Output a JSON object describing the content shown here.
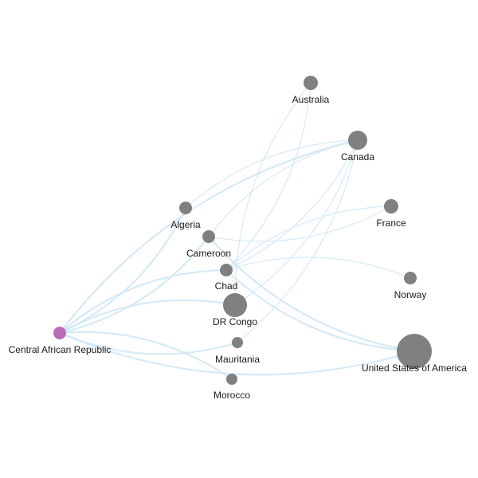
{
  "colors": {
    "background": "#ffffff",
    "node_default": "#808080",
    "node_highlight": "#b86cb8",
    "edge": "#cfe6f3",
    "label": "#1a1a1a"
  },
  "nodes": [
    {
      "id": "australia",
      "label": "Australia",
      "highlight": false
    },
    {
      "id": "canada",
      "label": "Canada",
      "highlight": false
    },
    {
      "id": "algeria",
      "label": "Algeria",
      "highlight": false
    },
    {
      "id": "france",
      "label": "France",
      "highlight": false
    },
    {
      "id": "cameroon",
      "label": "Cameroon",
      "highlight": false
    },
    {
      "id": "chad",
      "label": "Chad",
      "highlight": false
    },
    {
      "id": "norway",
      "label": "Norway",
      "highlight": false
    },
    {
      "id": "drcongo",
      "label": "DR Congo",
      "highlight": false
    },
    {
      "id": "car",
      "label": "Central African Republic",
      "highlight": true
    },
    {
      "id": "mauritania",
      "label": "Mauritania",
      "highlight": false
    },
    {
      "id": "usa",
      "label": "United States of America",
      "highlight": false
    },
    {
      "id": "morocco",
      "label": "Morocco",
      "highlight": false
    }
  ],
  "edges": [
    {
      "from": "car",
      "to": "cameroon"
    },
    {
      "from": "car",
      "to": "chad"
    },
    {
      "from": "car",
      "to": "algeria"
    },
    {
      "from": "car",
      "to": "drcongo"
    },
    {
      "from": "car",
      "to": "mauritania"
    },
    {
      "from": "car",
      "to": "morocco"
    },
    {
      "from": "car",
      "to": "usa"
    },
    {
      "from": "car",
      "to": "canada"
    },
    {
      "from": "cameroon",
      "to": "france"
    },
    {
      "from": "cameroon",
      "to": "canada"
    },
    {
      "from": "cameroon",
      "to": "usa"
    },
    {
      "from": "chad",
      "to": "france"
    },
    {
      "from": "chad",
      "to": "usa"
    },
    {
      "from": "chad",
      "to": "norway"
    },
    {
      "from": "chad",
      "to": "canada"
    },
    {
      "from": "algeria",
      "to": "canada"
    },
    {
      "from": "drcongo",
      "to": "canada"
    },
    {
      "from": "drcongo",
      "to": "australia"
    },
    {
      "from": "mauritania",
      "to": "canada"
    },
    {
      "from": "australia",
      "to": "chad"
    }
  ]
}
